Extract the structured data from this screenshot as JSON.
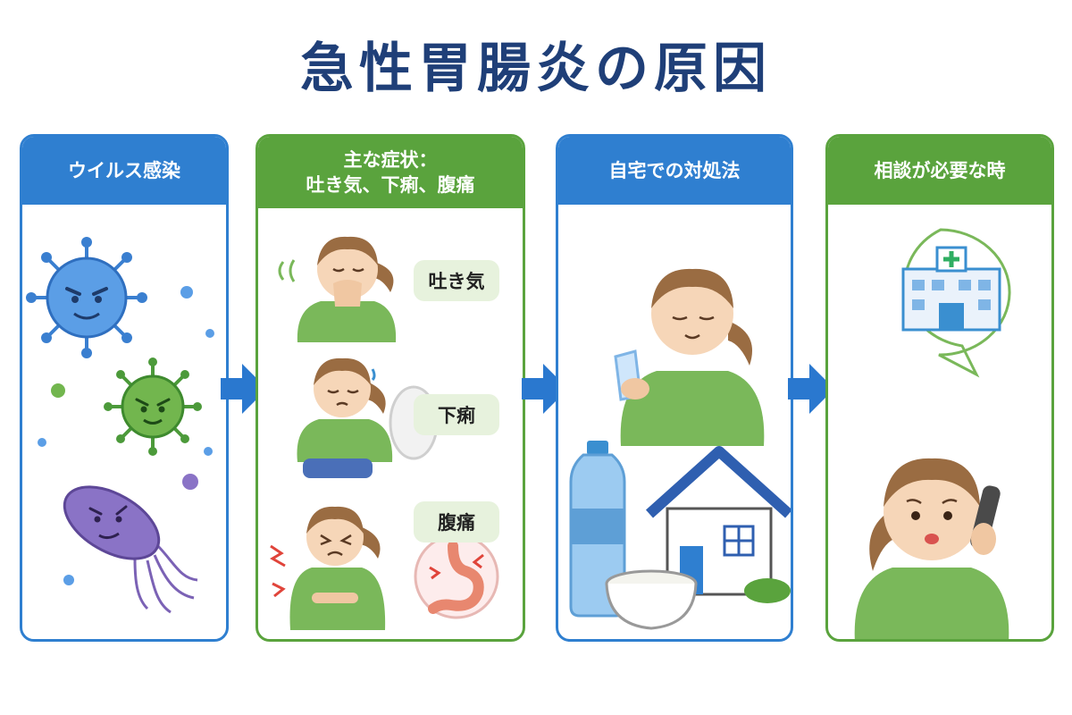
{
  "title": "急性胃腸炎の原因",
  "panels": [
    {
      "heading": "ウイルス感染"
    },
    {
      "heading_line1": "主な症状：",
      "heading_line2": "吐き気、下痢、腹痛",
      "symptoms": [
        "吐き気",
        "下痢",
        "腹痛"
      ]
    },
    {
      "heading": "自宅での対処法"
    },
    {
      "heading": "相談が必要な時"
    }
  ],
  "colors": {
    "title": "#1f3f78",
    "blue_accent": "#2f7fd0",
    "green_accent": "#5aa33d",
    "badge_bg": "#e7f2dd"
  },
  "icons": [
    "virus-icon",
    "bacteria-icon",
    "arrow-right-icon",
    "water-bottle-icon",
    "house-icon",
    "rice-bowl-icon",
    "hospital-icon",
    "smartphone-icon",
    "stomach-icon"
  ]
}
